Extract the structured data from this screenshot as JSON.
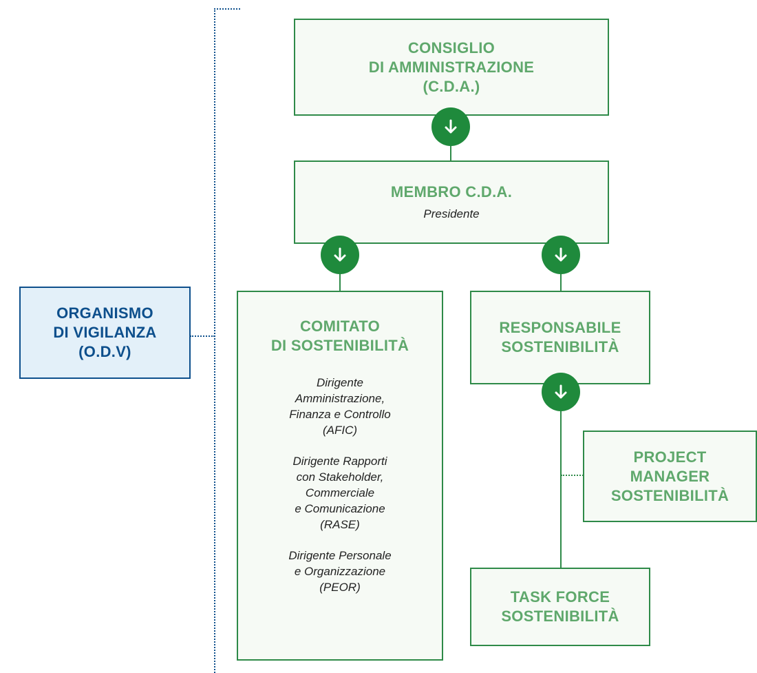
{
  "cda": {
    "title": "CONSIGLIO\nDI AMMINISTRAZIONE\n(C.D.A.)"
  },
  "membro": {
    "title": "MEMBRO C.D.A.",
    "subtitle": "Presidente"
  },
  "odv": {
    "title": "ORGANISMO\nDI VIGILANZA\n(O.D.V)"
  },
  "comitato": {
    "title": "COMITATO\nDI SOSTENIBILITÀ",
    "members": [
      "Dirigente\nAmministrazione,\nFinanza e Controllo\n(AFIC)",
      "Dirigente Rapporti\ncon Stakeholder,\nCommerciale\ne Comunicazione\n(RASE)",
      "Dirigente Personale\ne Organizzazione\n(PEOR)"
    ]
  },
  "responsabile": {
    "title": "RESPONSABILE\nSOSTENIBILITÀ"
  },
  "project_manager": {
    "title": "PROJECT\nMANAGER\nSOSTENIBILITÀ"
  },
  "task_force": {
    "title": "TASK FORCE\nSOSTENIBILITÀ"
  },
  "colors": {
    "green_border": "#2e8a48",
    "green_text": "#5fa86c",
    "badge_green": "#1f8a3c",
    "box_fill": "#f6faf5",
    "odv_blue": "#0d4f8c",
    "odv_fill": "#e3f0f9"
  },
  "icons": {
    "arrow": "arrow-down-icon"
  }
}
